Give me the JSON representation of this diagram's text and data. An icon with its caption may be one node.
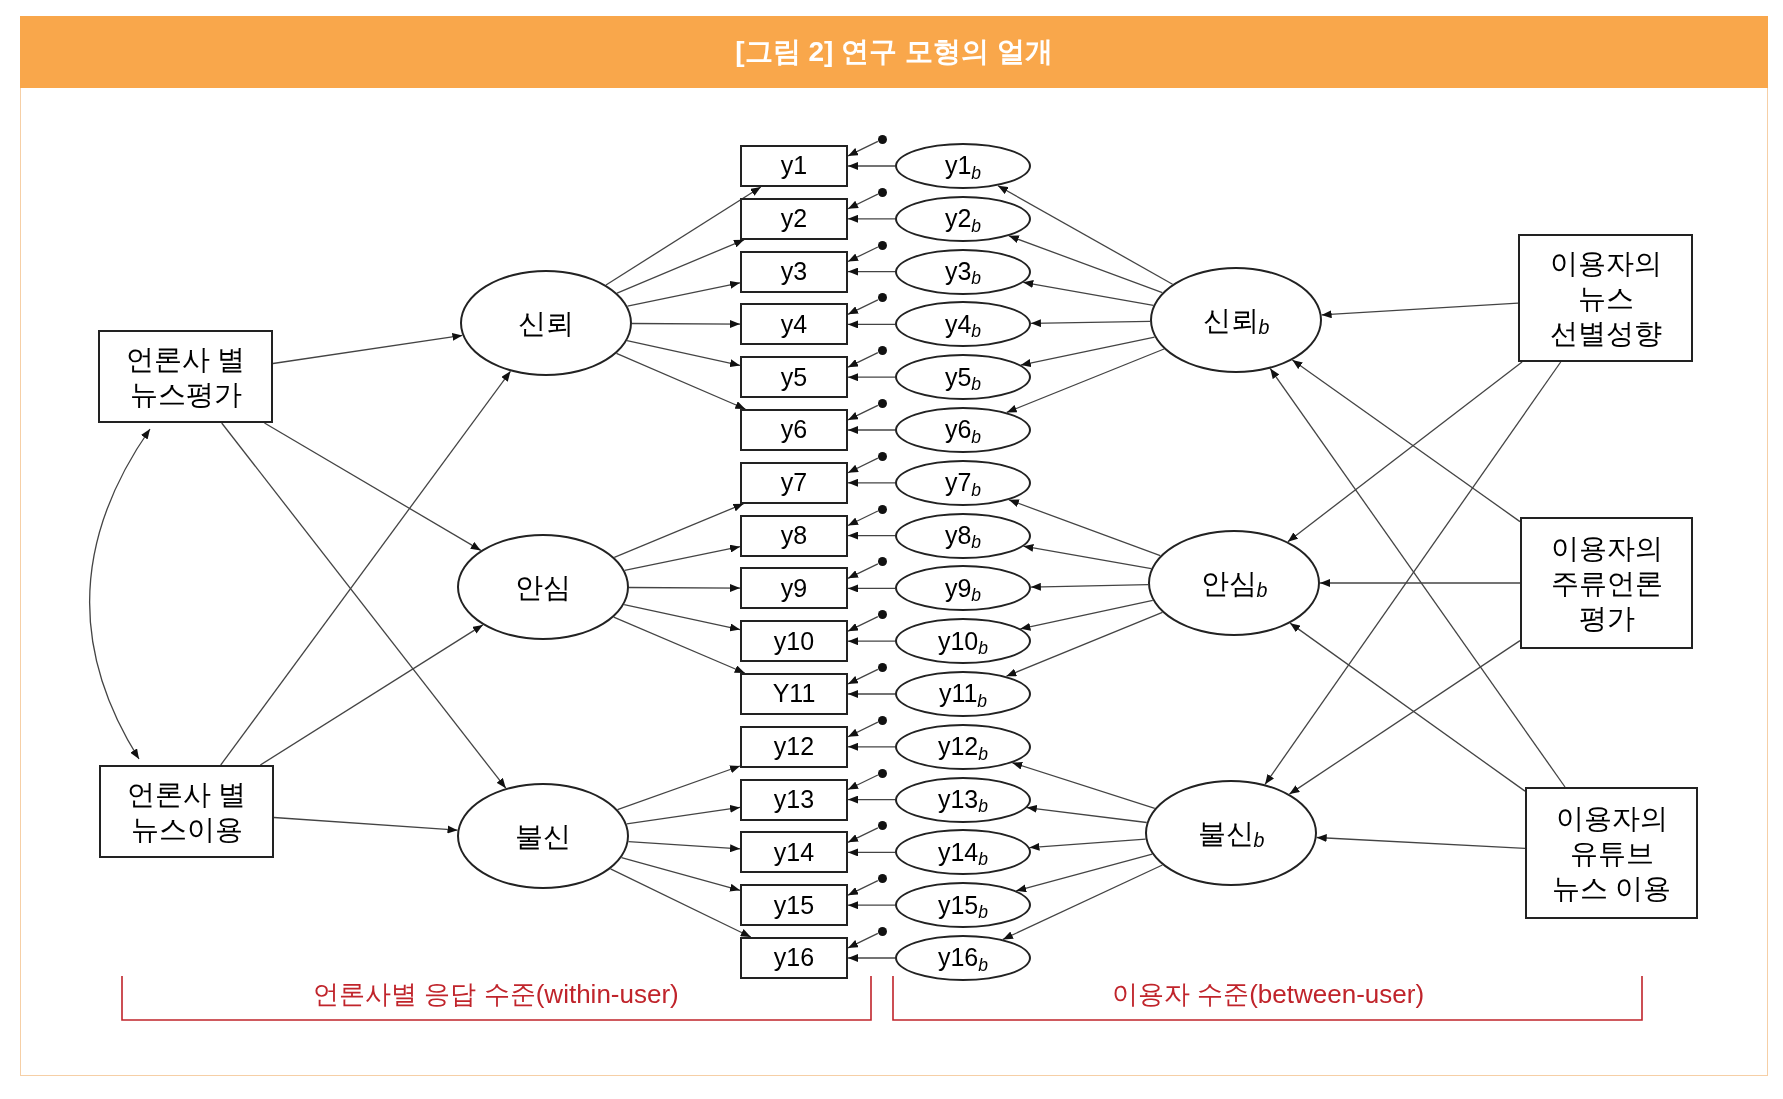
{
  "diagram": {
    "title": "[그림 2] 연구 모형의 얼개",
    "nodes": [
      {
        "text": [
          "언론사 별 뉴스평가"
        ]
      },
      {
        "text": [
          "언론사 별 뉴스이용"
        ]
      },
      {
        "text": [
          "신뢰"
        ]
      },
      {
        "text": [
          "안심"
        ]
      },
      {
        "text": [
          "불신"
        ]
      },
      {
        "text": [
          "y1"
        ]
      },
      {
        "text": [
          "y2"
        ]
      },
      {
        "text": [
          "y3"
        ]
      },
      {
        "text": [
          "y4"
        ]
      },
      {
        "text": [
          "y5"
        ]
      },
      {
        "text": [
          "y6"
        ]
      },
      {
        "text": [
          "y7"
        ]
      },
      {
        "text": [
          "y8"
        ]
      },
      {
        "text": [
          "y9"
        ]
      },
      {
        "text": [
          "y10"
        ]
      },
      {
        "text": [
          "Y11"
        ]
      },
      {
        "text": [
          "y12"
        ]
      },
      {
        "text": [
          "y13"
        ]
      },
      {
        "text": [
          "y14"
        ]
      },
      {
        "text": [
          "y15"
        ]
      },
      {
        "text": [
          "y16"
        ]
      },
      {
        "text": [
          "y1$_{b}$"
        ]
      },
      {
        "text": [
          "y2$_{b}$"
        ]
      },
      {
        "text": [
          "y3$_{b}$"
        ]
      },
      {
        "text": [
          "y4$_{b}$"
        ]
      },
      {
        "text": [
          "y5$_{b}$"
        ]
      },
      {
        "text": [
          "y6$_{b}$"
        ]
      },
      {
        "text": [
          "y7$_{b}$"
        ]
      },
      {
        "text": [
          "y8$_{b}$"
        ]
      },
      {
        "text": [
          "y9$_{b}$"
        ]
      },
      {
        "text": [
          "y10$_{b}$"
        ]
      },
      {
        "text": [
          "y11$_{b}$"
        ]
      },
      {
        "text": [
          "y12$_{b}$"
        ]
      },
      {
        "text": [
          "y13$_{b}$"
        ]
      },
      {
        "text": [
          "y14$_{b}$"
        ]
      },
      {
        "text": [
          "y15$_{b}$"
        ]
      },
      {
        "text": [
          "y16$_{b}$"
        ]
      },
      {
        "text": [
          "신뢰$_{b}$"
        ]
      },
      {
        "text": [
          "안심$_{b}$"
        ]
      },
      {
        "text": [
          "불신$_{b}$"
        ]
      },
      {
        "text": [
          "이용자의 뉴스 선별성향"
        ]
      },
      {
        "text": [
          "이용자의 주류언론 평가"
        ]
      },
      {
        "text": [
          "이용자의 유튜브 뉴스 이용"
        ]
      },
      {
        "text": [],
        "shape": "circle"
      },
      {
        "text": [],
        "shape": "circle"
      },
      {
        "text": [],
        "shape": "circle"
      },
      {
        "text": [],
        "shape": "circle"
      },
      {
        "text": [],
        "shape": "circle"
      },
      {
        "text": [],
        "shape": "circle"
      },
      {
        "text": [],
        "shape": "circle"
      },
      {
        "text": [],
        "shape": "circle"
      },
      {
        "text": [],
        "shape": "circle"
      },
      {
        "text": [],
        "shape": "circle"
      },
      {
        "text": [],
        "shape": "circle"
      },
      {
        "text": [],
        "shape": "circle"
      },
      {
        "text": [],
        "shape": "circle"
      },
      {
        "text": [],
        "shape": "circle"
      },
      {
        "text": [],
        "shape": "circle"
      },
      {
        "text": [],
        "shape": "circle"
      }
    ],
    "edges": [
      {
        "from": 0,
        "to": 2,
        "arrow": "to"
      },
      {
        "from": 0,
        "to": 3,
        "arrow": "to"
      },
      {
        "from": 0,
        "to": 4,
        "arrow": "to"
      },
      {
        "from": 1,
        "to": 2,
        "arrow": "to"
      },
      {
        "from": 1,
        "to": 3,
        "arrow": "to"
      },
      {
        "from": 1,
        "to": 4,
        "arrow": "to"
      },
      {
        "from": 0,
        "to": 1,
        "arrow": "both"
      },
      {
        "from": 2,
        "to": 5,
        "arrow": "to"
      },
      {
        "from": 2,
        "to": 6,
        "arrow": "to"
      },
      {
        "from": 2,
        "to": 7,
        "arrow": "to"
      },
      {
        "from": 2,
        "to": 8,
        "arrow": "to"
      },
      {
        "from": 2,
        "to": 9,
        "arrow": "to"
      },
      {
        "from": 2,
        "to": 10,
        "arrow": "to"
      },
      {
        "from": 3,
        "to": 11,
        "arrow": "to"
      },
      {
        "from": 3,
        "to": 12,
        "arrow": "to"
      },
      {
        "from": 3,
        "to": 13,
        "arrow": "to"
      },
      {
        "from": 3,
        "to": 14,
        "arrow": "to"
      },
      {
        "from": 3,
        "to": 15,
        "arrow": "to"
      },
      {
        "from": 4,
        "to": 16,
        "arrow": "to"
      },
      {
        "from": 4,
        "to": 17,
        "arrow": "to"
      },
      {
        "from": 4,
        "to": 18,
        "arrow": "to"
      },
      {
        "from": 4,
        "to": 19,
        "arrow": "to"
      },
      {
        "from": 4,
        "to": 20,
        "arrow": "to"
      },
      {
        "from": 21,
        "to": 5,
        "arrow": "to"
      },
      {
        "from": 22,
        "to": 6,
        "arrow": "to"
      },
      {
        "from": 23,
        "to": 7,
        "arrow": "to"
      },
      {
        "from": 24,
        "to": 8,
        "arrow": "to"
      },
      {
        "from": 25,
        "to": 9,
        "arrow": "to"
      },
      {
        "from": 26,
        "to": 10,
        "arrow": "to"
      },
      {
        "from": 27,
        "to": 11,
        "arrow": "to"
      },
      {
        "from": 28,
        "to": 12,
        "arrow": "to"
      },
      {
        "from": 29,
        "to": 13,
        "arrow": "to"
      },
      {
        "from": 30,
        "to": 14,
        "arrow": "to"
      },
      {
        "from": 31,
        "to": 15,
        "arrow": "to"
      },
      {
        "from": 32,
        "to": 16,
        "arrow": "to"
      },
      {
        "from": 33,
        "to": 17,
        "arrow": "to"
      },
      {
        "from": 34,
        "to": 18,
        "arrow": "to"
      },
      {
        "from": 35,
        "to": 19,
        "arrow": "to"
      },
      {
        "from": 36,
        "to": 20,
        "arrow": "to"
      },
      {
        "from": 43,
        "to": 5,
        "arrow": "to"
      },
      {
        "from": 44,
        "to": 6,
        "arrow": "to"
      },
      {
        "from": 45,
        "to": 7,
        "arrow": "to"
      },
      {
        "from": 46,
        "to": 8,
        "arrow": "to"
      },
      {
        "from": 47,
        "to": 9,
        "arrow": "to"
      },
      {
        "from": 48,
        "to": 10,
        "arrow": "to"
      },
      {
        "from": 49,
        "to": 11,
        "arrow": "to"
      },
      {
        "from": 50,
        "to": 12,
        "arrow": "to"
      },
      {
        "from": 51,
        "to": 13,
        "arrow": "to"
      },
      {
        "from": 52,
        "to": 14,
        "arrow": "to"
      },
      {
        "from": 53,
        "to": 15,
        "arrow": "to"
      },
      {
        "from": 54,
        "to": 16,
        "arrow": "to"
      },
      {
        "from": 55,
        "to": 17,
        "arrow": "to"
      },
      {
        "from": 56,
        "to": 18,
        "arrow": "to"
      },
      {
        "from": 57,
        "to": 19,
        "arrow": "to"
      },
      {
        "from": 58,
        "to": 20,
        "arrow": "to"
      },
      {
        "from": 37,
        "to": 21,
        "arrow": "to"
      },
      {
        "from": 37,
        "to": 22,
        "arrow": "to"
      },
      {
        "from": 37,
        "to": 23,
        "arrow": "to"
      },
      {
        "from": 37,
        "to": 24,
        "arrow": "to"
      },
      {
        "from": 37,
        "to": 25,
        "arrow": "to"
      },
      {
        "from": 37,
        "to": 26,
        "arrow": "to"
      },
      {
        "from": 38,
        "to": 27,
        "arrow": "to"
      },
      {
        "from": 38,
        "to": 28,
        "arrow": "to"
      },
      {
        "from": 38,
        "to": 29,
        "arrow": "to"
      },
      {
        "from": 38,
        "to": 30,
        "arrow": "to"
      },
      {
        "from": 38,
        "to": 31,
        "arrow": "to"
      },
      {
        "from": 39,
        "to": 32,
        "arrow": "to"
      },
      {
        "from": 39,
        "to": 33,
        "arrow": "to"
      },
      {
        "from": 39,
        "to": 34,
        "arrow": "to"
      },
      {
        "from": 39,
        "to": 35,
        "arrow": "to"
      },
      {
        "from": 39,
        "to": 36,
        "arrow": "to"
      },
      {
        "from": 40,
        "to": 37,
        "arrow": "to"
      },
      {
        "from": 40,
        "to": 38,
        "arrow": "to"
      },
      {
        "from": 40,
        "to": 39,
        "arrow": "to"
      },
      {
        "from": 41,
        "to": 37,
        "arrow": "to"
      },
      {
        "from": 41,
        "to": 38,
        "arrow": "to"
      },
      {
        "from": 41,
        "to": 39,
        "arrow": "to"
      },
      {
        "from": 42,
        "to": 37,
        "arrow": "to"
      },
      {
        "from": 42,
        "to": 38,
        "arrow": "to"
      },
      {
        "from": 42,
        "to": 39,
        "arrow": "to"
      }
    ],
    "labels": [
      "언론사별 응답 수준(within-user)",
      "이용자 수준(between-user)"
    ]
  }
}
